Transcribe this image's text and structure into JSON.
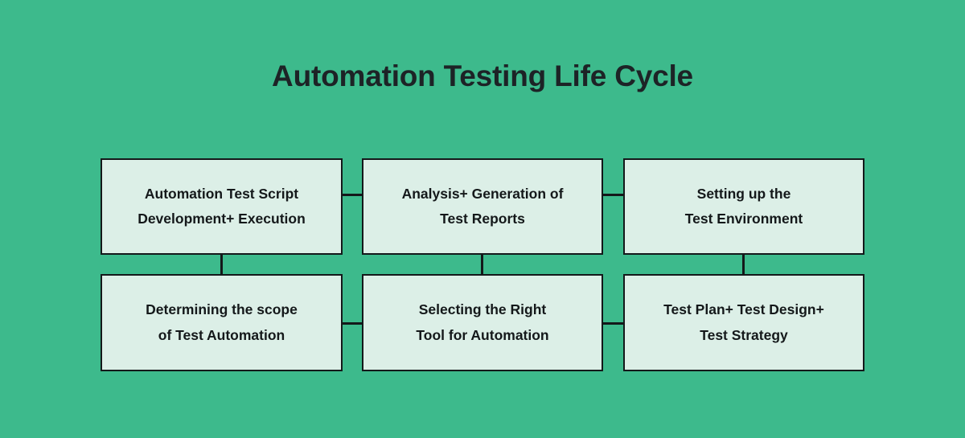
{
  "page": {
    "title": "Automation Testing Life Cycle",
    "background_color": "#3dba8c",
    "node_fill_color": "#dcefe7",
    "node_border_color": "#14181a",
    "text_color": "#14181a"
  },
  "diagram": {
    "type": "flowchart",
    "layout": "3-column x 2-row grid, serpentine connections",
    "nodes": [
      {
        "id": "node-1",
        "row": 1,
        "column": 1,
        "label": "Automation Test Script\nDevelopment+ Execution"
      },
      {
        "id": "node-2",
        "row": 1,
        "column": 2,
        "label": "Analysis+ Generation of\nTest Reports"
      },
      {
        "id": "node-3",
        "row": 1,
        "column": 3,
        "label": "Setting up the\nTest Environment"
      },
      {
        "id": "node-4",
        "row": 2,
        "column": 1,
        "label": "Determining the scope\nof Test Automation"
      },
      {
        "id": "node-5",
        "row": 2,
        "column": 2,
        "label": "Selecting the Right\nTool for Automation"
      },
      {
        "id": "node-6",
        "row": 2,
        "column": 3,
        "label": "Test Plan+ Test Design+\nTest Strategy"
      }
    ],
    "connectors": [
      {
        "id": "link-1-2",
        "from": "node-1",
        "to": "node-2",
        "orientation": "horizontal"
      },
      {
        "id": "link-2-3",
        "from": "node-2",
        "to": "node-3",
        "orientation": "horizontal"
      },
      {
        "id": "link-4-5",
        "from": "node-4",
        "to": "node-5",
        "orientation": "horizontal"
      },
      {
        "id": "link-5-6",
        "from": "node-5",
        "to": "node-6",
        "orientation": "horizontal"
      },
      {
        "id": "link-1-4",
        "from": "node-1",
        "to": "node-4",
        "orientation": "vertical"
      },
      {
        "id": "link-2-5",
        "from": "node-2",
        "to": "node-5",
        "orientation": "vertical"
      },
      {
        "id": "link-3-6",
        "from": "node-3",
        "to": "node-6",
        "orientation": "vertical"
      }
    ]
  }
}
